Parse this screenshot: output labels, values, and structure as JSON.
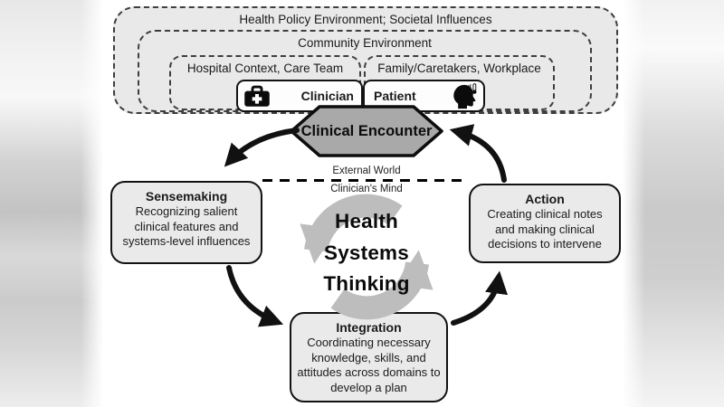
{
  "figure": {
    "title": "Health Systems Thinking clinical encounter cycle diagram"
  },
  "environment": {
    "outer_label": "Health Policy Environment; Societal Influences",
    "community_label": "Community Environment",
    "hospital_label": "Hospital Context, Care Team",
    "family_label": "Family/Caretakers, Workplace",
    "clinician_label": "Clinician",
    "patient_label": "Patient"
  },
  "encounter": {
    "label": "Clinical Encounter"
  },
  "divider": {
    "above_label": "External World",
    "below_label": "Clinician's Mind"
  },
  "cycle": {
    "center_lines": [
      "Health",
      "Systems",
      "Thinking"
    ],
    "nodes": [
      {
        "title": "Sensemaking",
        "description": "Recognizing salient clinical features and systems-level influences"
      },
      {
        "title": "Action",
        "description": "Creating clinical notes and making clinical decisions to intervene"
      },
      {
        "title": "Integration",
        "description": "Coordinating necessary knowledge, skills, and attitudes across domains to develop a plan"
      }
    ]
  },
  "icons": {
    "clinician": "first-aid-kit-icon",
    "patient": "patient-head-thermometer-icon",
    "center": "cycle-arrows-icon"
  },
  "colors": {
    "environment_fill": "#e9e9e9",
    "hexagon_fill": "#a9a9a9",
    "node_fill": "#eaeaea",
    "border_black": "#121212",
    "arrow_black": "#111111",
    "cycle_symbol_gray": "#bdbdbd"
  }
}
